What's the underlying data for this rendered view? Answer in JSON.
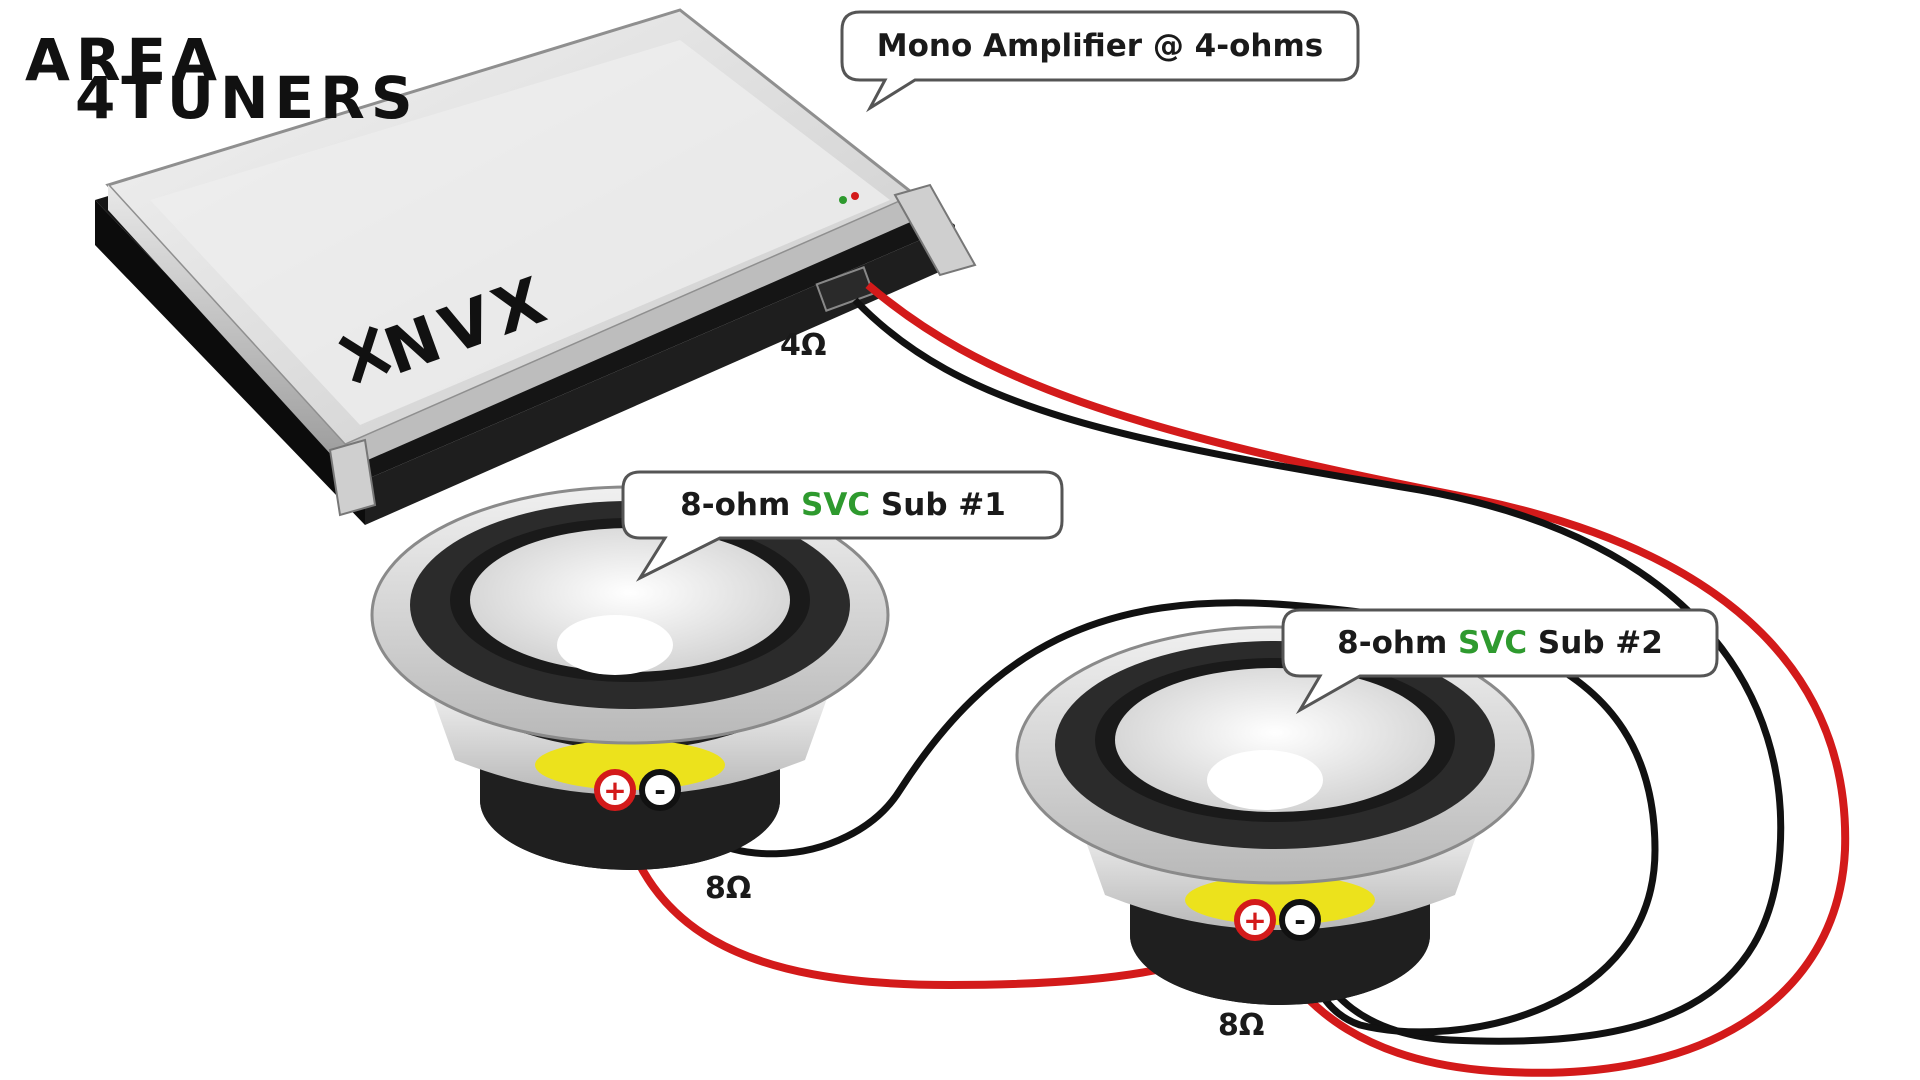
{
  "logo": {
    "line1": "AREA",
    "line2": "4TUNERS"
  },
  "amplifier": {
    "brand": "NVX",
    "callout": "Mono Amplifier @ 4-ohms",
    "load_label": "4Ω"
  },
  "sub1": {
    "callout_prefix": "8-ohm ",
    "callout_highlight": "SVC",
    "callout_suffix": " Sub #1",
    "load_label": "8Ω"
  },
  "sub2": {
    "callout_prefix": "8-ohm ",
    "callout_highlight": "SVC",
    "callout_suffix": " Sub #2",
    "load_label": "8Ω"
  },
  "terminals": {
    "positive": "+",
    "negative": "-"
  },
  "colors": {
    "positive_wire": "#d31a1a",
    "negative_wire": "#111111",
    "highlight": "#2e9a2e",
    "amp_body": "#dcdcdc",
    "amp_base": "#151515",
    "cone": "#e6e6e6",
    "surround": "#2b2b2b"
  }
}
